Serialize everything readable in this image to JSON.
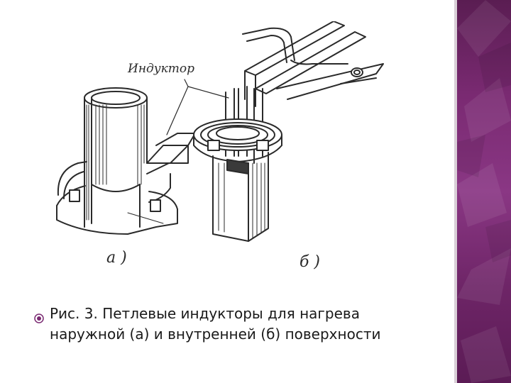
{
  "figure": {
    "label_inductor": "Индуктор",
    "label_a": "а )",
    "label_b": "б )"
  },
  "caption": {
    "line1": "Рис. 3. Петлевые индукторы для нагрева",
    "line2": "наружной (а) и внутренней (б) поверхности"
  },
  "theme": {
    "accent": "#7a2a72",
    "bullet_color": "#7a2a72",
    "text_color": "#1a1a1a"
  },
  "icons": {
    "bullet": "target-bullet-icon"
  }
}
